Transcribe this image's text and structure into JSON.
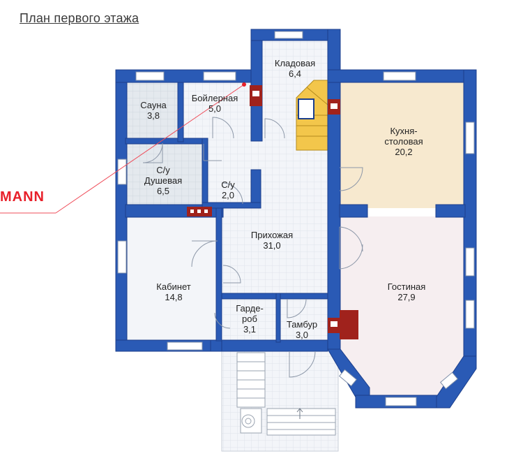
{
  "title": "План первого этажа",
  "brand": "MANN",
  "colors": {
    "wall": "#2a5ab5",
    "wall_dark": "#1c3f8c",
    "floor_tile": "#f2f4f8",
    "grid_line": "#dfe3ea",
    "kitchen_floor": "#f7e9cf",
    "wet_floor": "#e4e9ee",
    "living_floor": "#f6eef0",
    "stairs": "#f3c64b",
    "fireplace": "#a0221c",
    "pointer": "#ef4d5a"
  },
  "rooms": [
    {
      "id": "sauna",
      "name": "Сауна",
      "area": "3,8"
    },
    {
      "id": "boiler",
      "name": "Бойлерная",
      "area": "5,0"
    },
    {
      "id": "storage",
      "name": "Кладовая",
      "area": "6,4"
    },
    {
      "id": "kitchen",
      "name": "Кухня-\nстоловая",
      "area": "20,2"
    },
    {
      "id": "bath_shower",
      "name": "С/у\nДушевая",
      "area": "6,5"
    },
    {
      "id": "wc",
      "name": "С/у",
      "area": "2,0"
    },
    {
      "id": "hall",
      "name": "Прихожая",
      "area": "31,0"
    },
    {
      "id": "study",
      "name": "Кабинет",
      "area": "14,8"
    },
    {
      "id": "living",
      "name": "Гостиная",
      "area": "27,9"
    },
    {
      "id": "wardrobe",
      "name": "Гарде-\nроб",
      "area": "3,1"
    },
    {
      "id": "vestibule",
      "name": "Тамбур",
      "area": "3,0"
    }
  ]
}
